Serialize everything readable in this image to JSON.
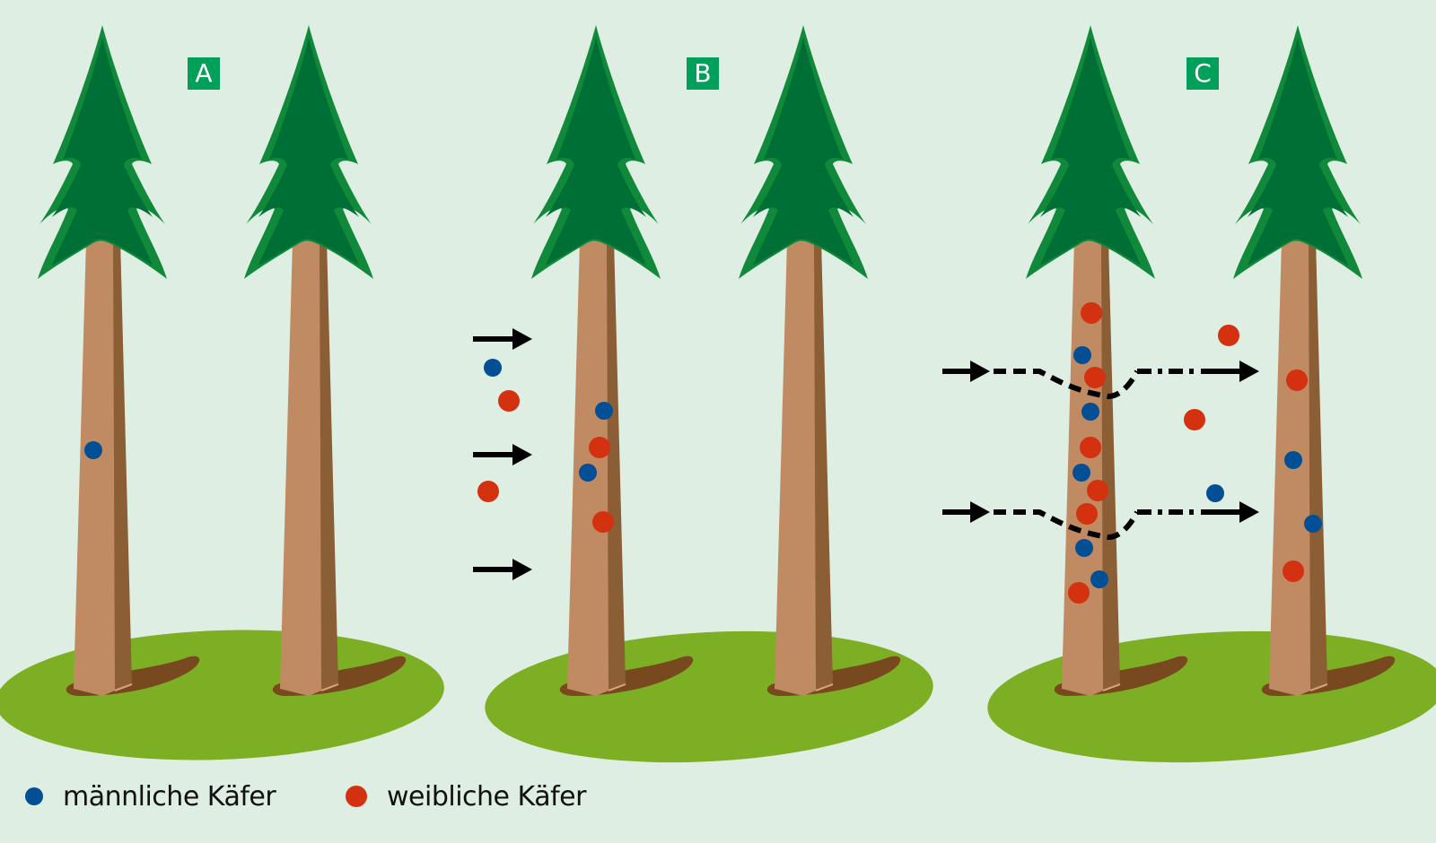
{
  "colors": {
    "background": "#deeee2",
    "ground": "#7daf24",
    "foliage_dark": "#006f35",
    "foliage_light": "#108a3a",
    "trunk": "#c08a63",
    "trunk_shade": "#8b5e36",
    "shadow": "#78481e",
    "label_bg": "#00a05a",
    "male": "#034f96",
    "female": "#d3310f",
    "arrow": "#000000"
  },
  "panels": [
    {
      "label": "A",
      "trees": [
        {
          "id": "A1",
          "beetles": [
            {
              "sex": "male"
            }
          ]
        },
        {
          "id": "A2",
          "beetles": []
        }
      ],
      "incoming_arrows": 0,
      "flying_beetles": []
    },
    {
      "label": "B",
      "trees": [
        {
          "id": "B1",
          "beetles": [
            {
              "sex": "male"
            },
            {
              "sex": "female"
            },
            {
              "sex": "male"
            },
            {
              "sex": "female"
            }
          ]
        },
        {
          "id": "B2",
          "beetles": []
        }
      ],
      "incoming_arrows": 3,
      "arrow_style": "solid",
      "flying_beetles": [
        {
          "sex": "male"
        },
        {
          "sex": "female"
        },
        {
          "sex": "female"
        }
      ]
    },
    {
      "label": "C",
      "trees": [
        {
          "id": "C1",
          "beetles": [
            {
              "sex": "female"
            },
            {
              "sex": "male"
            },
            {
              "sex": "female"
            },
            {
              "sex": "male"
            },
            {
              "sex": "female"
            },
            {
              "sex": "male"
            },
            {
              "sex": "female"
            },
            {
              "sex": "female"
            },
            {
              "sex": "male"
            },
            {
              "sex": "male"
            },
            {
              "sex": "female"
            }
          ]
        },
        {
          "id": "C2",
          "beetles": [
            {
              "sex": "female"
            },
            {
              "sex": "male"
            },
            {
              "sex": "male"
            },
            {
              "sex": "female"
            }
          ]
        }
      ],
      "incoming_arrows": 2,
      "arrow_style": "diverted-dashed",
      "flying_beetles": [
        {
          "sex": "female"
        },
        {
          "sex": "female"
        },
        {
          "sex": "male"
        }
      ]
    }
  ],
  "legend": {
    "male_label": "männliche Käfer",
    "female_label": "weibliche Käfer"
  }
}
